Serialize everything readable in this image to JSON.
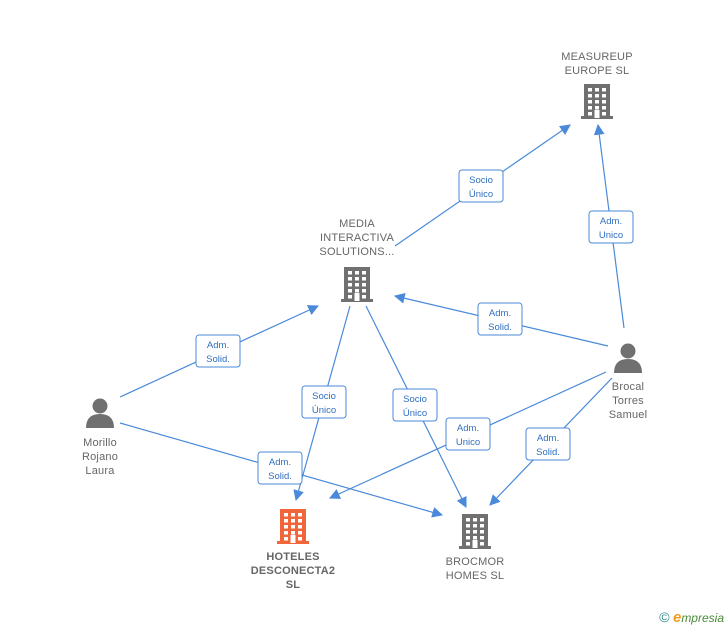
{
  "nodes": {
    "measureup": {
      "type": "company",
      "lines": [
        "MEASUREUP",
        "EUROPE  SL"
      ],
      "color": "#707070"
    },
    "media": {
      "type": "company",
      "lines": [
        "MEDIA",
        "INTERACTIVA",
        "SOLUTIONS..."
      ],
      "color": "#707070"
    },
    "hoteles": {
      "type": "company",
      "lines": [
        "HOTELES",
        "DESCONECTA2",
        "SL"
      ],
      "color": "#f0663a"
    },
    "brocmor": {
      "type": "company",
      "lines": [
        "BROCMOR",
        "HOMES  SL"
      ],
      "color": "#707070"
    },
    "brocal": {
      "type": "person",
      "lines": [
        "Brocal",
        "Torres",
        "Samuel"
      ],
      "color": "#707070"
    },
    "morillo": {
      "type": "person",
      "lines": [
        "Morillo",
        "Rojano",
        "Laura"
      ],
      "color": "#707070"
    }
  },
  "edges": [
    {
      "id": "media-measureup",
      "lines": [
        "Socio",
        "Único"
      ]
    },
    {
      "id": "brocal-measureup",
      "lines": [
        "Adm.",
        "Unico"
      ]
    },
    {
      "id": "brocal-media",
      "lines": [
        "Adm.",
        "Solid."
      ]
    },
    {
      "id": "morillo-media",
      "lines": [
        "Adm.",
        "Solid."
      ]
    },
    {
      "id": "media-hoteles",
      "lines": [
        "Socio",
        "Único"
      ]
    },
    {
      "id": "media-brocmor",
      "lines": [
        "Socio",
        "Único"
      ]
    },
    {
      "id": "brocal-hoteles",
      "lines": [
        "Adm.",
        "Unico"
      ]
    },
    {
      "id": "brocal-brocmor",
      "lines": [
        "Adm.",
        "Solid."
      ]
    },
    {
      "id": "morillo-brocmor",
      "lines": [
        "Adm.",
        "Solid."
      ]
    }
  ],
  "footer": {
    "copyright": "©",
    "brand_initial": "e",
    "brand_rest": "mpresia"
  },
  "colors": {
    "edge": "#4a8ad9",
    "edge_text": "#2f6fc0",
    "highlight": "#f0663a"
  }
}
